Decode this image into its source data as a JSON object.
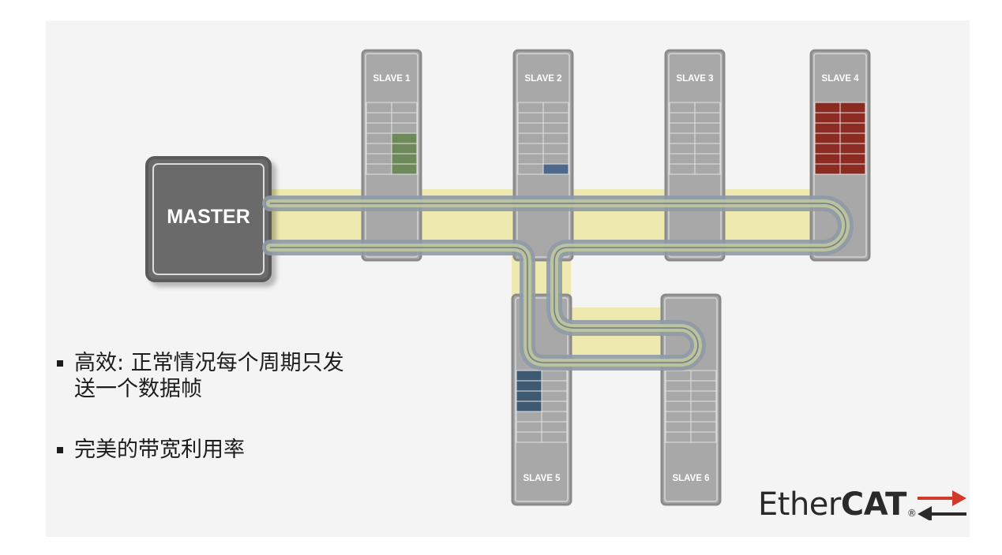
{
  "diagram": {
    "master_label": "MASTER",
    "slaves": [
      {
        "label": "SLAVE 1",
        "fill": "#6f8a5a",
        "highlight_rows": [
          3,
          4,
          5,
          6
        ]
      },
      {
        "label": "SLAVE 2",
        "fill": "#4e6a8a",
        "highlight_rows": [
          6
        ]
      },
      {
        "label": "SLAVE 3",
        "fill": "",
        "highlight_rows": []
      },
      {
        "label": "SLAVE 4",
        "fill": "#8c2b22",
        "highlight_rows": [
          0,
          1,
          2,
          3,
          4,
          5,
          6
        ]
      },
      {
        "label": "SLAVE 5",
        "fill": "#3e5a72",
        "highlight_rows": [
          0,
          1,
          2,
          3
        ]
      },
      {
        "label": "SLAVE 6",
        "fill": "",
        "highlight_rows": []
      }
    ],
    "colors": {
      "device_fill": "#a8a8a8",
      "device_border": "#8a8a8a",
      "master_fill": "#6b6b6b",
      "master_border": "#5a5a5a",
      "bus_yellow": "#ece7a2",
      "line_green": "#bfc7a0",
      "line_blue": "#8e9aa6"
    }
  },
  "bullets": [
    {
      "line1": "高效: 正常情况每个周期只发",
      "line2": "送一个数据帧"
    },
    {
      "line1": "完美的带宽利用率",
      "line2": ""
    }
  ],
  "logo": {
    "prefix": "Ether",
    "strong": "CAT",
    "registered": "®",
    "arrow_color_top": "#d2392b",
    "arrow_color_bottom": "#2a2a2a"
  }
}
